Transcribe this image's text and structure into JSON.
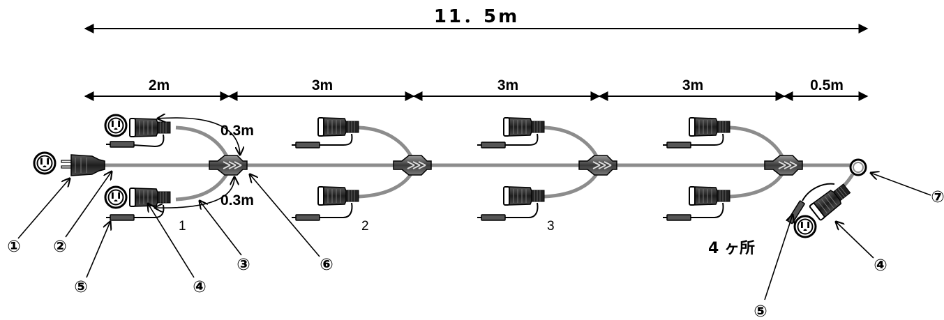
{
  "diagram": {
    "total_length": "11．5m",
    "segments": [
      "2m",
      "3m",
      "3m",
      "3m",
      "0.5m"
    ],
    "branch_lengths": {
      "upper": "0.3m",
      "lower": "0.3m"
    },
    "branch_numbers": [
      "1",
      "2",
      "3"
    ],
    "count_label": "4 ヶ所",
    "callouts": {
      "plug": "①",
      "main_cable": "②",
      "branch_cable": "③",
      "connector_left": "④",
      "tag_left": "⑤",
      "junction": "⑥",
      "ring": "⑦",
      "connector_right": "④",
      "tag_right": "⑤"
    },
    "colors": {
      "cable": "#8c8c8c",
      "connector": "#2a2a2a",
      "ink": "#000000"
    },
    "icons": [
      "outlet-icon",
      "plug-icon",
      "connector-icon",
      "tag-icon",
      "junction-icon",
      "ring-terminal-icon",
      "arrow-icon"
    ]
  }
}
